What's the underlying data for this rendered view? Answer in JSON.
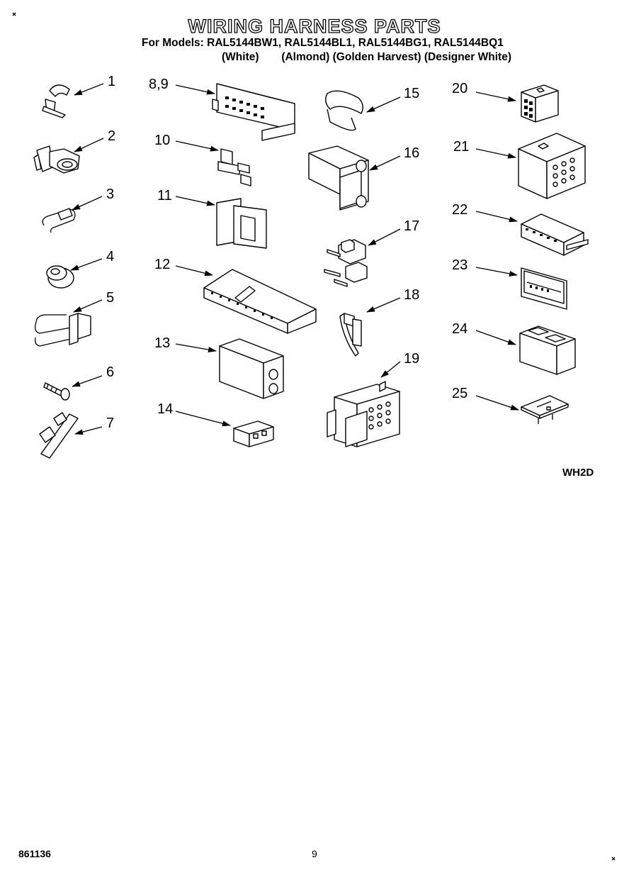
{
  "page": {
    "title": "WIRING HARNESS PARTS",
    "models_line": "For Models: RAL5144BW1, RAL5144BL1, RAL5144BG1, RAL5144BQ1",
    "colors": [
      "(White)",
      "(Almond)",
      "(Golden Harvest)",
      "(Designer White)"
    ],
    "diagram_code": "WH2D",
    "doc_number": "861136",
    "page_number": "9"
  },
  "parts": [
    "1",
    "2",
    "3",
    "4",
    "5",
    "6",
    "7",
    "8,9",
    "10",
    "11",
    "12",
    "13",
    "14",
    "15",
    "16",
    "17",
    "18",
    "19",
    "20",
    "21",
    "22",
    "23",
    "24",
    "25"
  ]
}
